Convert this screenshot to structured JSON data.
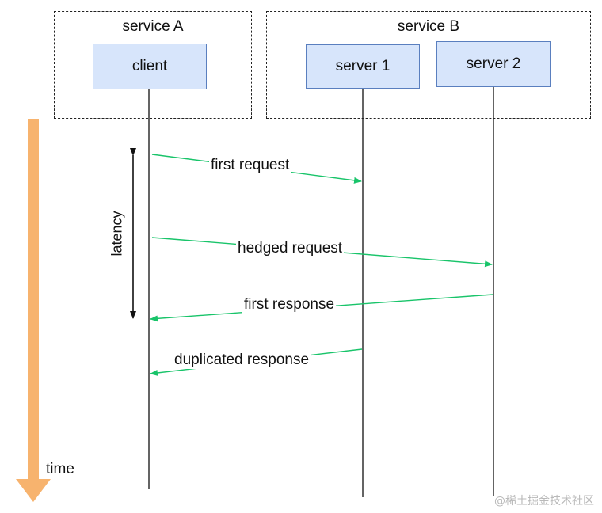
{
  "services": {
    "a_label": "service A",
    "b_label": "service B"
  },
  "nodes": {
    "client": "client",
    "server1": "server 1",
    "server2": "server 2"
  },
  "messages": {
    "first_request": "first request",
    "hedged_request": "hedged request",
    "first_response": "first response",
    "duplicated_response": "duplicated response"
  },
  "latency_label": "latency",
  "time_label": "time",
  "watermark": "@稀土掘金技术社区",
  "colors": {
    "arrow": "#19c46a",
    "node_fill": "#d7e5fb",
    "node_border": "#5a7fbf",
    "time_arrow": "#f7b36e"
  }
}
